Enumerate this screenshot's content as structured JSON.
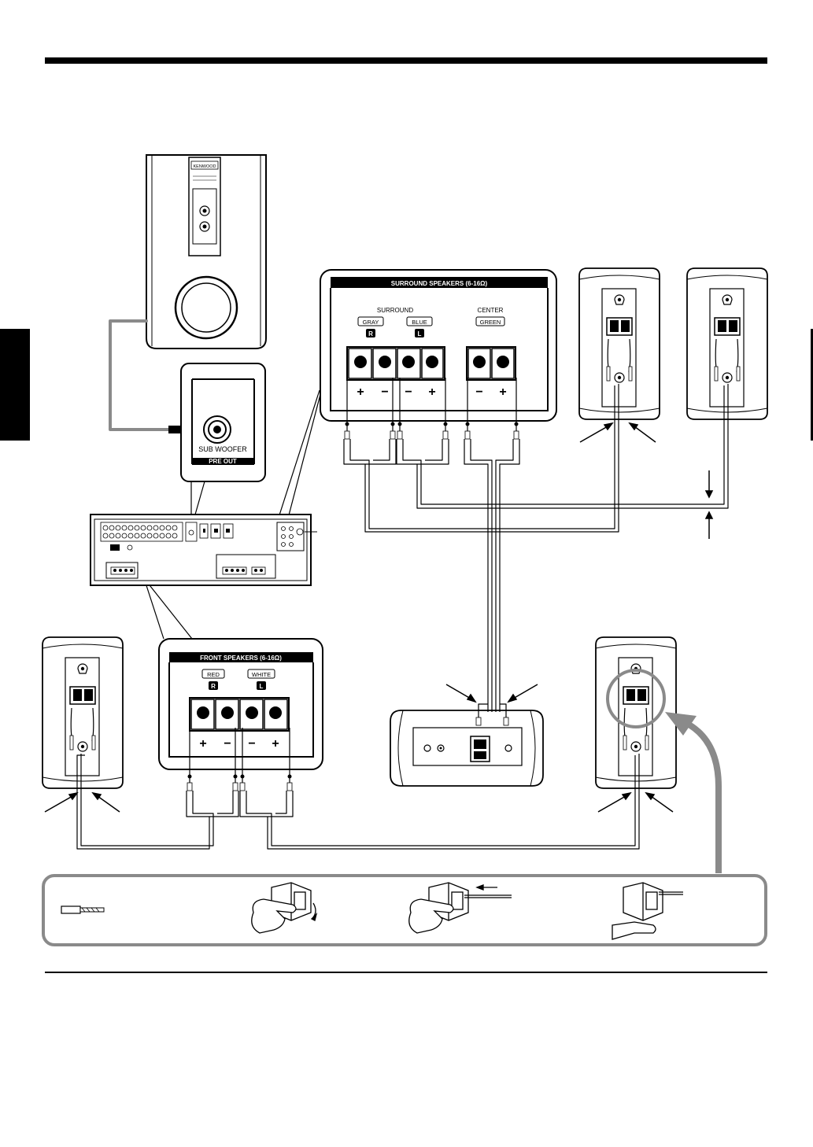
{
  "brand": {
    "logo": "KENWOOD"
  },
  "receiver_panels": {
    "surround": {
      "title": "SURROUND SPEAKERS (6-16Ω)",
      "surround_label": "SURROUND",
      "center_label": "CENTER",
      "badges": {
        "gray": "GRAY",
        "blue": "BLUE",
        "green": "GREEN"
      },
      "channel_r": "R",
      "channel_l": "L"
    },
    "front": {
      "title": "FRONT SPEAKERS (6-16Ω)",
      "badges": {
        "red": "RED",
        "white": "WHITE"
      },
      "channel_r": "R",
      "channel_l": "L"
    },
    "subwoofer": {
      "jack_label": "SUB WOOFER",
      "footer": "PRE OUT"
    }
  },
  "polarity": {
    "plus": "+",
    "minus": "−"
  },
  "colors": {
    "line": "#000000",
    "cable_gray": "#8a8a8a",
    "panel_fill": "#ffffff",
    "dark": "#111111"
  },
  "icons": [
    "subwoofer-icon",
    "surround-speaker-icon",
    "front-speaker-icon",
    "center-speaker-icon",
    "receiver-icon",
    "terminal-icon",
    "hand-icon",
    "wire-icon"
  ]
}
